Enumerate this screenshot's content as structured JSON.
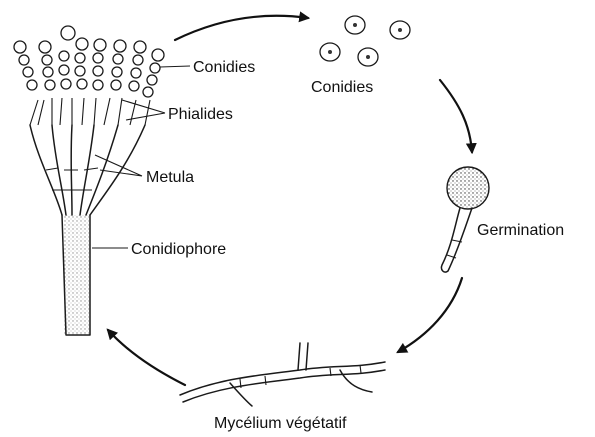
{
  "labels": {
    "conidies_left": "Conidies",
    "phialides": "Phialides",
    "metula": "Metula",
    "conidiophore": "Conidiophore",
    "conidies_top": "Conidies",
    "germination": "Germination",
    "mycelium": "Mycélium végétatif"
  }
}
